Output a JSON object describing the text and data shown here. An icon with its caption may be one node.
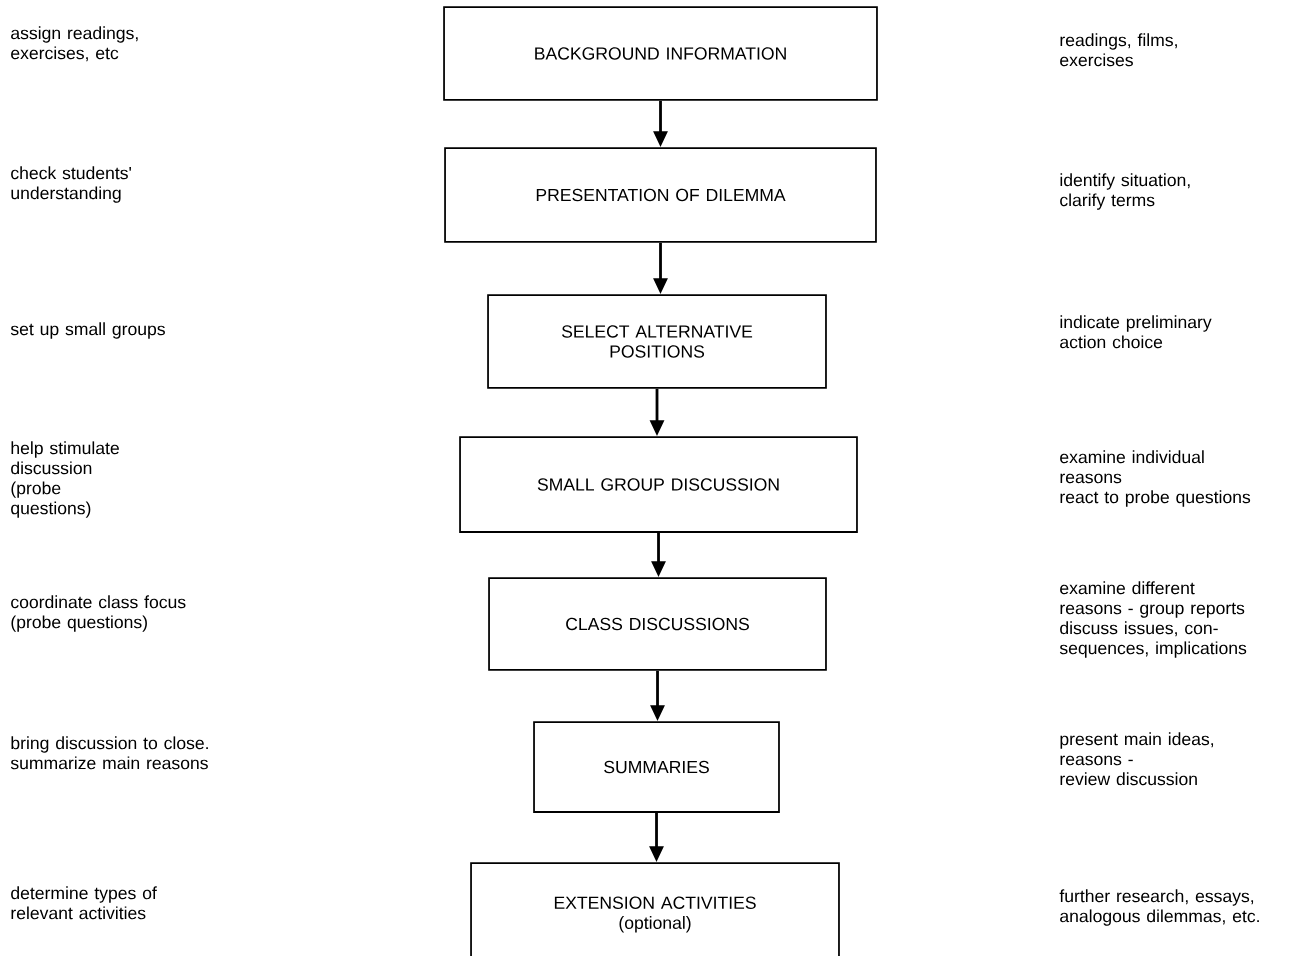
{
  "diagram": {
    "nodes": [
      {
        "text": [
          "BACKGROUND INFORMATION"
        ]
      },
      {
        "text": [
          "PRESENTATION OF DILEMMA"
        ]
      },
      {
        "text": [
          "SELECT ALTERNATIVE POSITIONS"
        ]
      },
      {
        "text": [
          "SMALL GROUP DISCUSSION"
        ]
      },
      {
        "text": [
          "CLASS DISCUSSIONS"
        ]
      },
      {
        "text": [
          "SUMMARIES"
        ]
      },
      {
        "text": [
          "EXTENSION ACTIVITIES",
          "(optional)"
        ]
      }
    ],
    "edges": [
      {
        "from": 0,
        "to": 1,
        "arrow": "to"
      },
      {
        "from": 1,
        "to": 2,
        "arrow": "to"
      },
      {
        "from": 2,
        "to": 3,
        "arrow": "to"
      },
      {
        "from": 3,
        "to": 4,
        "arrow": "to"
      },
      {
        "from": 4,
        "to": 5,
        "arrow": "to"
      },
      {
        "from": 5,
        "to": 6,
        "arrow": "to"
      }
    ],
    "labels": [
      "assign readings, exercises, etc",
      "readings, films, exercises",
      "check students' understanding",
      "identify situation, clarify terms",
      "set up small groups",
      "indicate preliminary action choice",
      "help stimulate discussion (probe questions)",
      "examine individual reasons",
      "react to probe questions",
      "coordinate class focus (probe questions)",
      "examine different reasons - group reports",
      "discuss issues, con-sequences, implications",
      "bring discussion to close. summarize main reasons",
      "present main ideas, reasons -",
      "review discussion",
      "determine types of relevant activities",
      "further research, essays, analogous dilemmas, etc."
    ]
  }
}
